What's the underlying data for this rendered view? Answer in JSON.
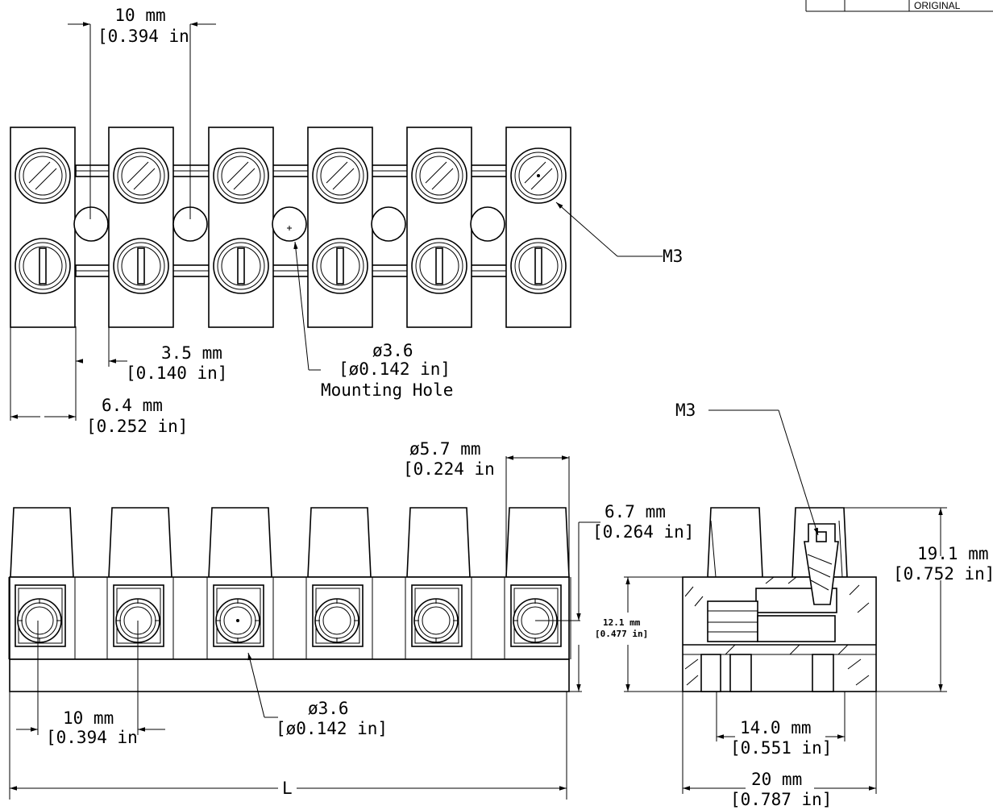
{
  "title_block": {
    "cell": "ORIGINAL"
  },
  "top_view": {
    "pitch_mm": "10 mm",
    "pitch_in": "[0.394 in",
    "gap_mm": "3.5 mm",
    "gap_in": "[0.140 in]",
    "width_mm": "6.4 mm",
    "width_in": "[0.252 in]",
    "hole_dia": "ø3.6",
    "hole_in": "[ø0.142 in]",
    "hole_label": "Mounting Hole",
    "screw_label": "M3"
  },
  "front_view": {
    "collar_mm": "ø5.7 mm",
    "collar_in": "[0.224 in",
    "height_mm": "6.7 mm",
    "height_in": "[0.264 in]",
    "pitch_mm": "10 mm",
    "pitch_in": "[0.394 in",
    "hole_dia": "ø3.6",
    "hole_in": "[ø0.142 in]",
    "length_label": "L"
  },
  "side_view": {
    "screw_label": "M3",
    "height_mm": "12.1 mm",
    "height_in": "[0.477 in]",
    "total_mm": "19.1 mm",
    "total_in": "[0.752 in]",
    "inner_mm": "14.0 mm",
    "inner_in": "[0.551 in]",
    "depth_mm": "20 mm",
    "depth_in": "[0.787 in]"
  }
}
